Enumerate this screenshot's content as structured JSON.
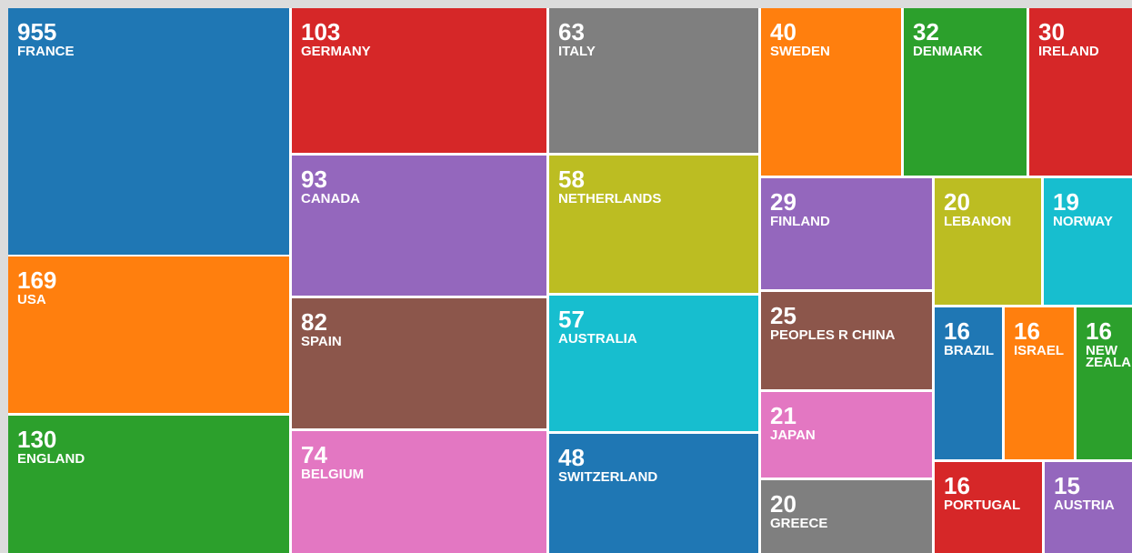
{
  "chart_data": {
    "type": "treemap",
    "title": "",
    "items": [
      {
        "name": "FRANCE",
        "value": 955,
        "color": "#1f77b4"
      },
      {
        "name": "USA",
        "value": 169,
        "color": "#ff7f0e"
      },
      {
        "name": "ENGLAND",
        "value": 130,
        "color": "#2ca02c"
      },
      {
        "name": "GERMANY",
        "value": 103,
        "color": "#d62728"
      },
      {
        "name": "CANADA",
        "value": 93,
        "color": "#9467bd"
      },
      {
        "name": "SPAIN",
        "value": 82,
        "color": "#8c564b"
      },
      {
        "name": "BELGIUM",
        "value": 74,
        "color": "#e377c2"
      },
      {
        "name": "ITALY",
        "value": 63,
        "color": "#7f7f7f"
      },
      {
        "name": "NETHERLANDS",
        "value": 58,
        "color": "#bcbd22"
      },
      {
        "name": "AUSTRALIA",
        "value": 57,
        "color": "#17becf"
      },
      {
        "name": "SWITZERLAND",
        "value": 48,
        "color": "#1f77b4"
      },
      {
        "name": "SWEDEN",
        "value": 40,
        "color": "#ff7f0e"
      },
      {
        "name": "DENMARK",
        "value": 32,
        "color": "#2ca02c"
      },
      {
        "name": "IRELAND",
        "value": 30,
        "color": "#d62728"
      },
      {
        "name": "FINLAND",
        "value": 29,
        "color": "#9467bd"
      },
      {
        "name": "PEOPLES R CHINA",
        "value": 25,
        "color": "#8c564b"
      },
      {
        "name": "JAPAN",
        "value": 21,
        "color": "#e377c2"
      },
      {
        "name": "GREECE",
        "value": 20,
        "color": "#7f7f7f"
      },
      {
        "name": "LEBANON",
        "value": 20,
        "color": "#bcbd22"
      },
      {
        "name": "NORWAY",
        "value": 19,
        "color": "#17becf"
      },
      {
        "name": "BRAZIL",
        "value": 16,
        "color": "#1f77b4"
      },
      {
        "name": "ISRAEL",
        "value": 16,
        "color": "#ff7f0e"
      },
      {
        "name": "NEW\nZEALAND",
        "value": 16,
        "color": "#2ca02c"
      },
      {
        "name": "PORTUGAL",
        "value": 16,
        "color": "#d62728"
      },
      {
        "name": "AUSTRIA",
        "value": 15,
        "color": "#9467bd"
      }
    ]
  }
}
